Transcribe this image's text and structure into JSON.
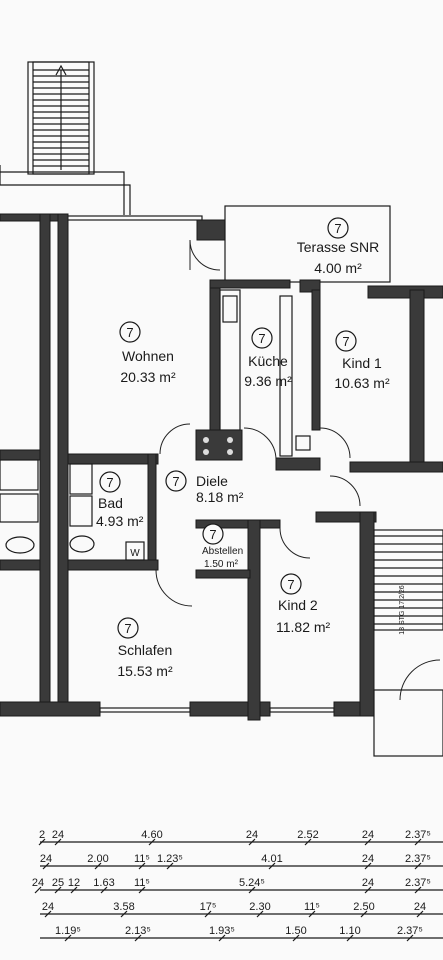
{
  "rooms": [
    {
      "num": "7",
      "name": "Terasse SNR",
      "area": "4.00 m²"
    },
    {
      "num": "7",
      "name": "Wohnen",
      "area": "20.33 m²"
    },
    {
      "num": "7",
      "name": "Küche",
      "area": "9.36 m²"
    },
    {
      "num": "7",
      "name": "Kind 1",
      "area": "10.63 m²"
    },
    {
      "num": "7",
      "name": "Diele",
      "area": "8.18 m²"
    },
    {
      "num": "7",
      "name": "Bad",
      "area": "4.93 m²"
    },
    {
      "num": "7",
      "name": "Abstellen",
      "area": "1.50 m²"
    },
    {
      "num": "7",
      "name": "Kind 2",
      "area": "11.82 m²"
    },
    {
      "num": "7",
      "name": "Schlafen",
      "area": "15.53 m²"
    }
  ],
  "fixtures": {
    "w_label": "W",
    "stair_label": "13 STG 17,2/26"
  },
  "dimensions": [
    [
      "2",
      "24",
      "4.60",
      "24",
      "2.52",
      "24",
      "2.37⁵"
    ],
    [
      "24",
      "2.00",
      "11⁵",
      "1.23⁵",
      "4.01",
      "24",
      "2.37⁵"
    ],
    [
      "24",
      "25",
      "12",
      "1.63",
      "11⁵",
      "5.24⁵",
      "24",
      "2.37⁵"
    ],
    [
      "24",
      "3.58",
      "17⁵",
      "2.30",
      "11⁵",
      "2.50",
      "24"
    ],
    [
      "1.19⁵",
      "2.13⁵",
      "1.93⁵",
      "1.50",
      "1.10",
      "2.37⁵"
    ]
  ]
}
